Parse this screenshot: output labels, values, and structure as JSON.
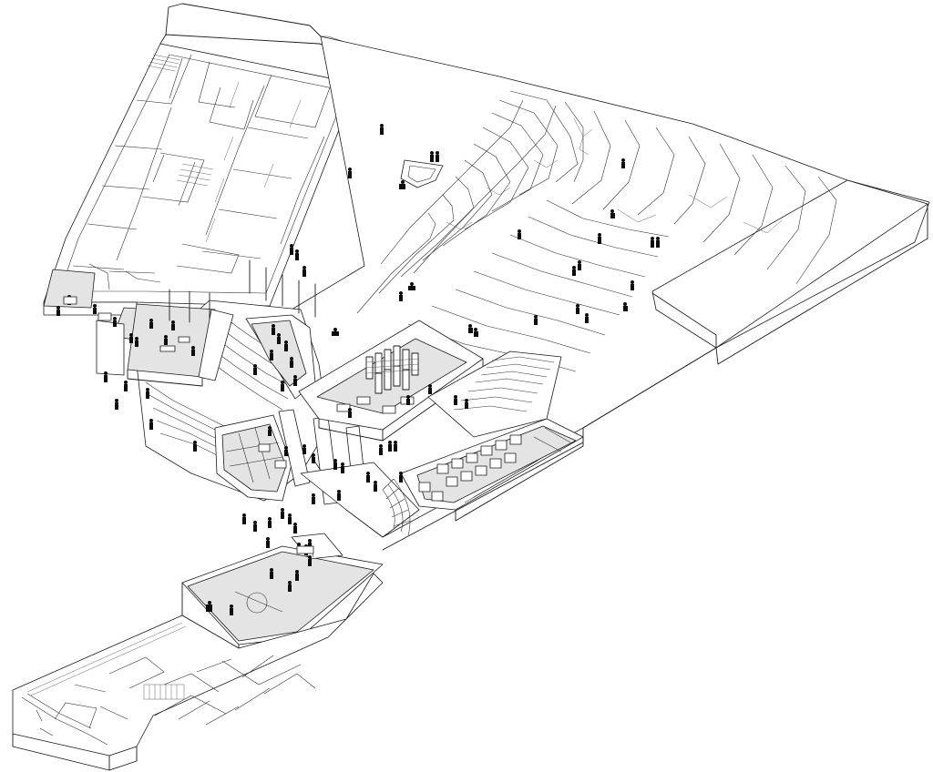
{
  "drawing": {
    "kind": "axonometric-architectural-drawing",
    "colors": {
      "line": "#1a1a1a",
      "floor_fill": "#e4e4e4",
      "background": "#ffffff",
      "figure": "#0d0d0d"
    },
    "zones": [
      {
        "id": "north-wing"
      },
      {
        "id": "terraced-landscape"
      },
      {
        "id": "central-atrium"
      },
      {
        "id": "library"
      },
      {
        "id": "classrooms"
      },
      {
        "id": "sports-hall"
      },
      {
        "id": "lower-wing"
      }
    ]
  }
}
